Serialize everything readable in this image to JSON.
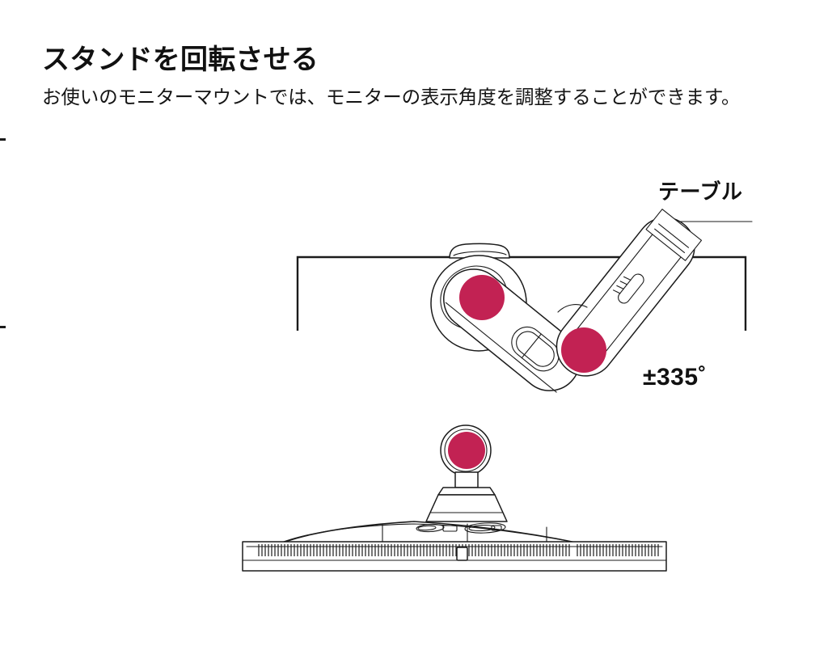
{
  "document": {
    "title": "スタンドを回転させる",
    "body": "お使いのモニターマウントでは、モニターの表示角度を調整することができます。"
  },
  "illustration": {
    "name": "monitor-mount-rotation-diagram",
    "callouts": {
      "table_label": "テーブル",
      "rotation_label": "±335˚"
    },
    "colors": {
      "line": "#1b1b1b",
      "joint_marker": "#C22253",
      "background": "#ffffff"
    },
    "joints": [
      {
        "name": "clamp-pivot-joint",
        "marker": "magenta-dot"
      },
      {
        "name": "elbow-pivot-joint",
        "marker": "magenta-dot"
      },
      {
        "name": "monitor-mount-pivot-joint",
        "marker": "magenta-dot"
      }
    ]
  }
}
